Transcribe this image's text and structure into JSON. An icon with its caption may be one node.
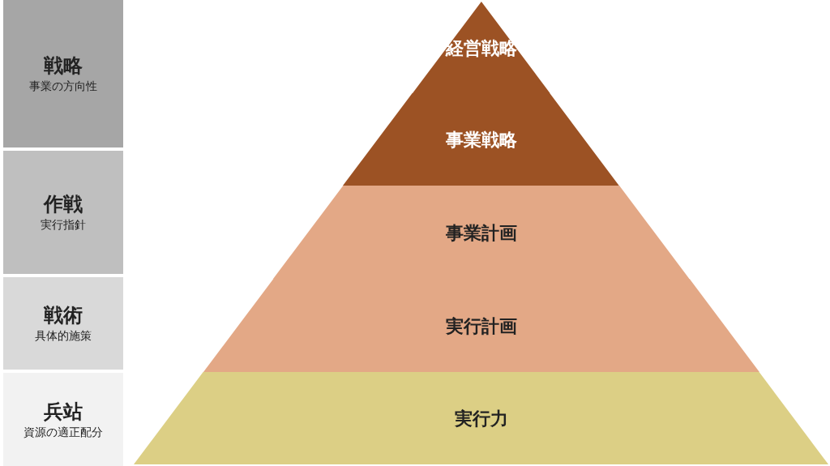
{
  "diagram": {
    "nodes": [
      {
        "text": [
          "戦略",
          "事業の方向性"
        ]
      },
      {
        "text": [
          "作戦",
          "実行指針"
        ]
      },
      {
        "text": [
          "戦術",
          "具体的施策"
        ]
      },
      {
        "text": [
          "兵站",
          "資源の適正配分"
        ]
      },
      {
        "text": [
          "経営戦略"
        ]
      },
      {
        "text": [
          "事業戦略"
        ]
      },
      {
        "text": [
          "事業計画"
        ]
      },
      {
        "text": [
          "実行計画"
        ]
      },
      {
        "text": [
          "実行力"
        ]
      }
    ]
  }
}
